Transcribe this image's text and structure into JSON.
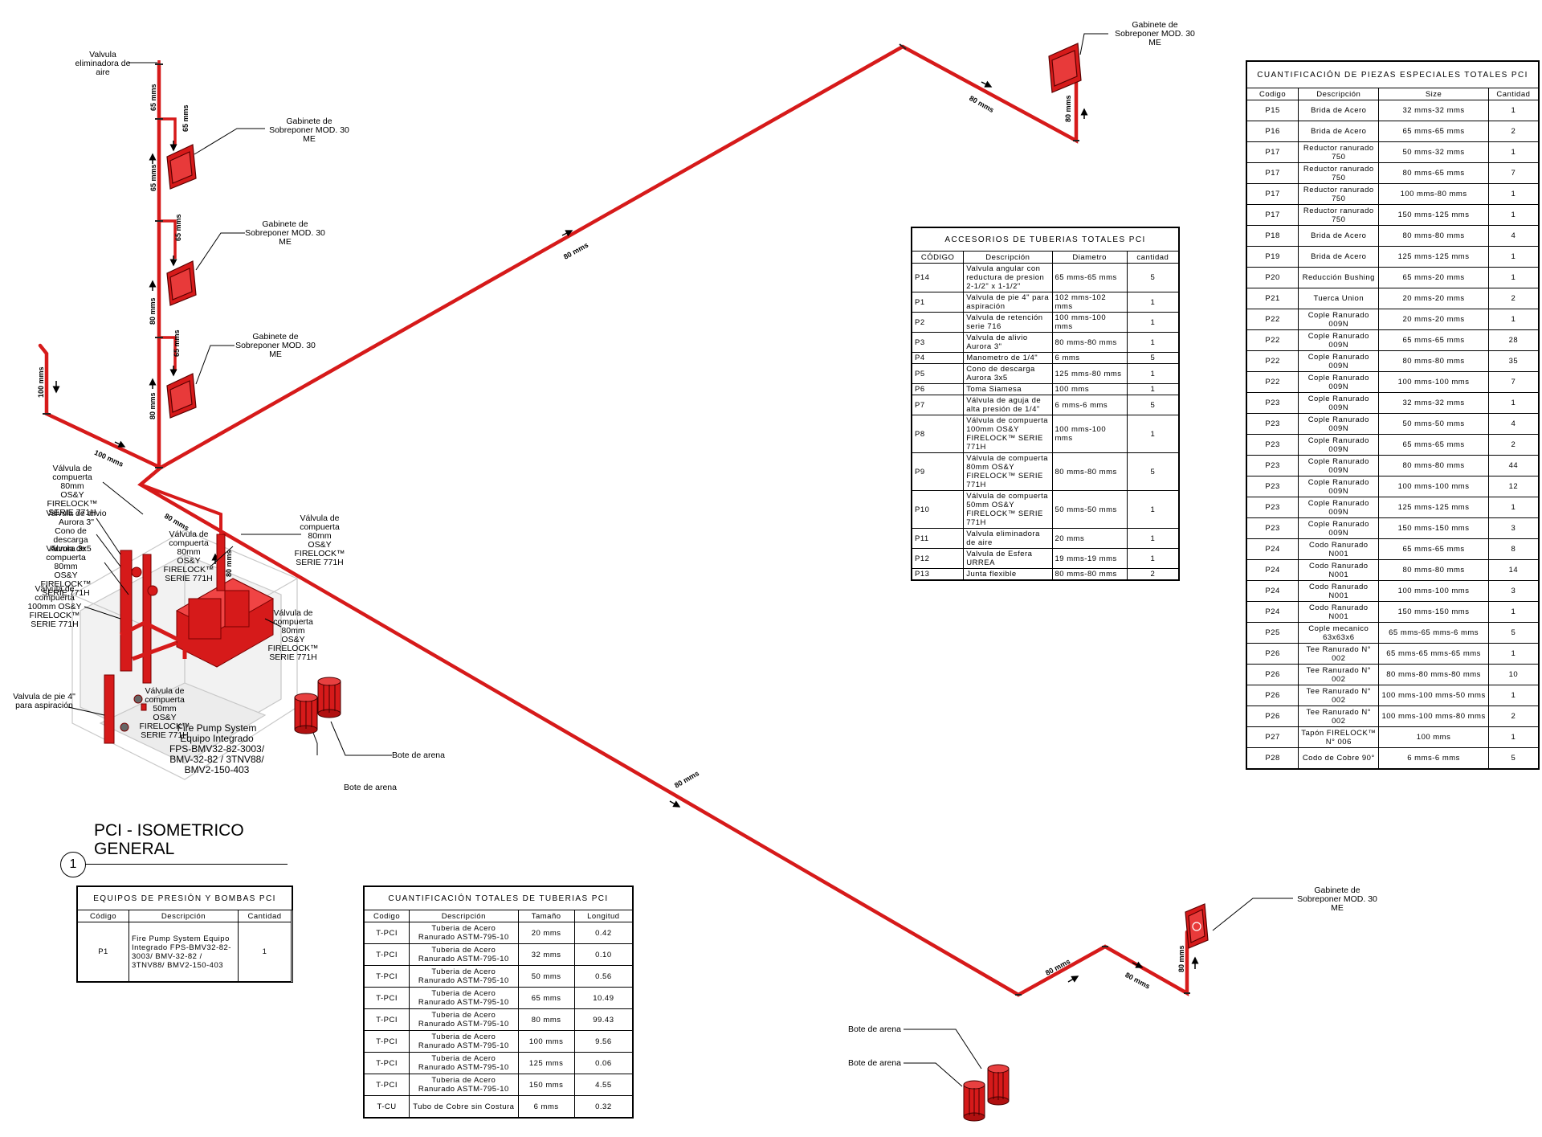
{
  "view": {
    "title": "PCI - ISOMETRICO\nGENERAL",
    "number": "1"
  },
  "labels": {
    "valvula_eliminadora": "Valvula\neliminadora de\naire",
    "gabinete": "Gabinete de\nSobreponer MOD. 30\nME",
    "bote_arena": "Bote de arena",
    "valv_comp_80_a": "Válvula de\ncompuerta 80mm\nOS&Y\nFIRELOCK™\nSERIE 771H",
    "valv_alivio": "Valvula de alivio\nAurora 3\"",
    "cono_descarga": "Cono de descarga\nAurora 3x5",
    "valv_comp_80_b": "Válvula de\ncompuerta 80mm\nOS&Y\nFIRELOCK™\nSERIE 771H",
    "valv_comp_100": "Válvula de\ncompuerta\n100mm OS&Y\nFIRELOCK™\nSERIE 771H",
    "valv_comp_80_c": "Válvula de\ncompuerta 80mm\nOS&Y\nFIRELOCK™\nSERIE 771H",
    "valv_comp_80_d": "Válvula de\ncompuerta 80mm\nOS&Y\nFIRELOCK™\nSERIE 771H",
    "valv_comp_80_e": "Válvula de\ncompuerta 80mm\nOS&Y\nFIRELOCK™\nSERIE 771H",
    "valv_pie": "Valvula de pie 4\"\npara aspiración",
    "valv_comp_50": "Válvula de\ncompuerta 50mm\nOS&Y\nFIRELOCK™\nSERIE 771H",
    "fire_pump": "Fire Pump System\nEquipo Integrado\nFPS-BMV32-82-3003/\nBMV-32-82 / 3TNV88/\nBMV2-150-403",
    "d65": "65 mms",
    "d80": "80 mms",
    "d100": "100 mms"
  },
  "equipos": {
    "title": "EQUIPOS DE PRESIÓN Y BOMBAS PCI",
    "headers": [
      "Código",
      "Descripción",
      "Cantidad"
    ],
    "rows": [
      [
        "P1",
        "Fire Pump System Equipo Integrado FPS-BMV32-82-3003/ BMV-32-82 / 3TNV88/ BMV2-150-403",
        "1"
      ]
    ]
  },
  "tuberias": {
    "title": "CUANTIFICACIÓN TOTALES DE TUBERIAS PCI",
    "headers": [
      "Codigo",
      "Descripción",
      "Tamaño",
      "Longitud"
    ],
    "rows": [
      [
        "T-PCI",
        "Tuberia de Acero Ranurado ASTM-795-10",
        "20 mms",
        "0.42"
      ],
      [
        "T-PCI",
        "Tuberia de Acero Ranurado ASTM-795-10",
        "32 mms",
        "0.10"
      ],
      [
        "T-PCI",
        "Tuberia de Acero Ranurado ASTM-795-10",
        "50 mms",
        "0.56"
      ],
      [
        "T-PCI",
        "Tuberia de Acero Ranurado ASTM-795-10",
        "65 mms",
        "10.49"
      ],
      [
        "T-PCI",
        "Tuberia de Acero Ranurado ASTM-795-10",
        "80 mms",
        "99.43"
      ],
      [
        "T-PCI",
        "Tuberia de Acero Ranurado ASTM-795-10",
        "100 mms",
        "9.56"
      ],
      [
        "T-PCI",
        "Tuberia de Acero Ranurado ASTM-795-10",
        "125 mms",
        "0.06"
      ],
      [
        "T-PCI",
        "Tuberia de Acero Ranurado ASTM-795-10",
        "150 mms",
        "4.55"
      ],
      [
        "T-CU",
        "Tubo de Cobre sin Costura",
        "6 mms",
        "0.32"
      ]
    ]
  },
  "accesorios": {
    "title": "ACCESORIOS DE TUBERIAS TOTALES PCI",
    "headers": [
      "CÓDIGO",
      "Descripción",
      "Diametro",
      "cantidad"
    ],
    "rows": [
      [
        "P14",
        "Valvula angular con reductura de presion 2-1/2\" x 1-1/2\"",
        "65 mms-65 mms",
        "5"
      ],
      [
        "P1",
        "Valvula de pie 4\" para aspiración",
        "102 mms-102 mms",
        "1"
      ],
      [
        "P2",
        "Valvula de retención serie 716",
        "100 mms-100 mms",
        "1"
      ],
      [
        "P3",
        "Valvula de alivio Aurora 3\"",
        "80 mms-80 mms",
        "1"
      ],
      [
        "P4",
        "Manometro de 1/4\"",
        "6 mms",
        "5"
      ],
      [
        "P5",
        "Cono de descarga Aurora 3x5",
        "125 mms-80 mms",
        "1"
      ],
      [
        "P6",
        "Toma Siamesa",
        "100 mms",
        "1"
      ],
      [
        "P7",
        "Válvula de aguja de alta presión de 1/4\"",
        "6 mms-6 mms",
        "5"
      ],
      [
        "P8",
        "Válvula de compuerta 100mm OS&Y FIRELOCK™ SERIE 771H",
        "100 mms-100 mms",
        "1"
      ],
      [
        "P9",
        "Válvula de compuerta 80mm OS&Y FIRELOCK™ SERIE 771H",
        "80 mms-80 mms",
        "5"
      ],
      [
        "P10",
        "Válvula de compuerta 50mm OS&Y FIRELOCK™ SERIE 771H",
        "50 mms-50 mms",
        "1"
      ],
      [
        "P11",
        "Valvula eliminadora de aire",
        "20 mms",
        "1"
      ],
      [
        "P12",
        "Valvula de Esfera URREA",
        "19 mms-19 mms",
        "1"
      ],
      [
        "P13",
        "Junta flexible",
        "80 mms-80 mms",
        "2"
      ]
    ]
  },
  "piezas": {
    "title": "CUANTIFICACIÓN DE PIEZAS ESPECIALES TOTALES PCI",
    "headers": [
      "Codigo",
      "Descripción",
      "Size",
      "Cantidad"
    ],
    "rows": [
      [
        "P15",
        "Brida de Acero",
        "32 mms-32 mms",
        "1"
      ],
      [
        "P16",
        "Brida de Acero",
        "65 mms-65 mms",
        "2"
      ],
      [
        "P17",
        "Reductor ranurado 750",
        "50 mms-32 mms",
        "1"
      ],
      [
        "P17",
        "Reductor ranurado 750",
        "80 mms-65 mms",
        "7"
      ],
      [
        "P17",
        "Reductor ranurado 750",
        "100 mms-80 mms",
        "1"
      ],
      [
        "P17",
        "Reductor ranurado 750",
        "150 mms-125 mms",
        "1"
      ],
      [
        "P18",
        "Brida de Acero",
        "80 mms-80 mms",
        "4"
      ],
      [
        "P19",
        "Brida de Acero",
        "125 mms-125 mms",
        "1"
      ],
      [
        "P20",
        "Reducción Bushing",
        "65 mms-20 mms",
        "1"
      ],
      [
        "P21",
        "Tuerca Union",
        "20 mms-20 mms",
        "2"
      ],
      [
        "P22",
        "Cople Ranurado 009N",
        "20 mms-20 mms",
        "1"
      ],
      [
        "P22",
        "Cople Ranurado 009N",
        "65 mms-65 mms",
        "28"
      ],
      [
        "P22",
        "Cople Ranurado 009N",
        "80 mms-80 mms",
        "35"
      ],
      [
        "P22",
        "Cople Ranurado 009N",
        "100 mms-100 mms",
        "7"
      ],
      [
        "P23",
        "Cople Ranurado 009N",
        "32 mms-32 mms",
        "1"
      ],
      [
        "P23",
        "Cople Ranurado 009N",
        "50 mms-50 mms",
        "4"
      ],
      [
        "P23",
        "Cople Ranurado 009N",
        "65 mms-65 mms",
        "2"
      ],
      [
        "P23",
        "Cople Ranurado 009N",
        "80 mms-80 mms",
        "44"
      ],
      [
        "P23",
        "Cople Ranurado 009N",
        "100 mms-100 mms",
        "12"
      ],
      [
        "P23",
        "Cople Ranurado 009N",
        "125 mms-125 mms",
        "1"
      ],
      [
        "P23",
        "Cople Ranurado 009N",
        "150 mms-150 mms",
        "3"
      ],
      [
        "P24",
        "Codo Ranurado N001",
        "65 mms-65 mms",
        "8"
      ],
      [
        "P24",
        "Codo Ranurado N001",
        "80 mms-80 mms",
        "14"
      ],
      [
        "P24",
        "Codo Ranurado N001",
        "100 mms-100 mms",
        "3"
      ],
      [
        "P24",
        "Codo Ranurado N001",
        "150 mms-150 mms",
        "1"
      ],
      [
        "P25",
        "Cople mecanico 63x63x6",
        "65 mms-65 mms-6 mms",
        "5"
      ],
      [
        "P26",
        "Tee Ranurado N° 002",
        "65 mms-65 mms-65 mms",
        "1"
      ],
      [
        "P26",
        "Tee Ranurado N° 002",
        "80 mms-80 mms-80 mms",
        "10"
      ],
      [
        "P26",
        "Tee Ranurado N° 002",
        "100 mms-100 mms-50 mms",
        "1"
      ],
      [
        "P26",
        "Tee Ranurado N° 002",
        "100 mms-100 mms-80 mms",
        "2"
      ],
      [
        "P27",
        "Tapón FIRELOCK™ N° 006",
        "100 mms",
        "1"
      ],
      [
        "P28",
        "Codo de Cobre 90°",
        "6 mms-6 mms",
        "5"
      ]
    ]
  }
}
